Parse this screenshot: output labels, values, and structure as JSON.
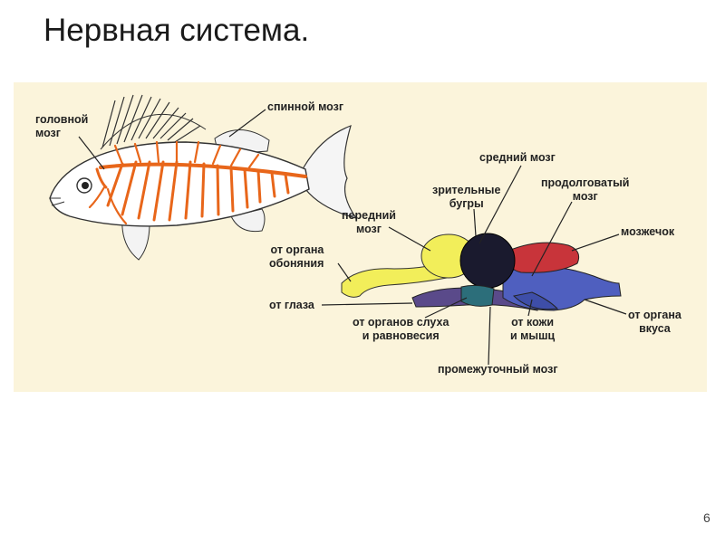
{
  "slide": {
    "title": "Нервная система.",
    "page_number": "6"
  },
  "labels": {
    "golovnoi_mozg": [
      "головной",
      "мозг"
    ],
    "spinnoi_mozg": "спинной мозг",
    "srednii_mozg": "средний мозг",
    "zritelnye_bugry": [
      "зрительные",
      "бугры"
    ],
    "prodolgovatyi_mozg": [
      "продолговатый",
      "мозг"
    ],
    "perednii_mozg": [
      "передний",
      "мозг"
    ],
    "mozzhechok": "мозжечок",
    "ot_organa_obonyaniya": [
      "от органа",
      "обоняния"
    ],
    "ot_glaza": "от глаза",
    "ot_organov_slukha": [
      "от органов слуха",
      "и равновесия"
    ],
    "ot_kozhi": [
      "от кожи",
      "и мышц"
    ],
    "ot_organa_vkusa": [
      "от органа",
      "вкуса"
    ],
    "promezhutochnyi_mozg": "промежуточный мозг"
  },
  "colors": {
    "panel_bg": "#fbf4db",
    "nerves": "#e8661a",
    "forebrain": "#f2ee5a",
    "midbrain": "#1a1a2e",
    "cerebellum": "#c8343a",
    "medulla": "#4f5fbf",
    "diencephalon": "#2c6e7a",
    "nerve_stem": "#5a4a8a"
  }
}
